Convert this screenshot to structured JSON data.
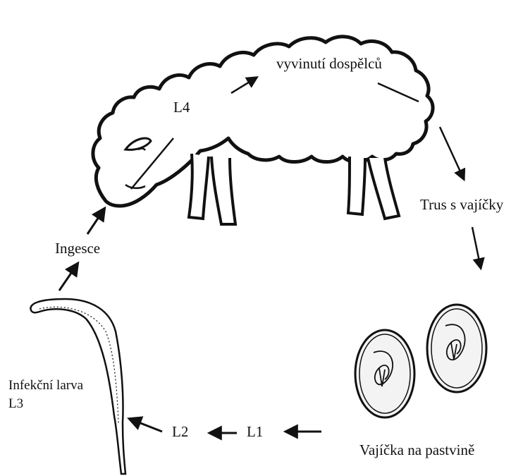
{
  "diagram": {
    "labels": {
      "l4": "L4",
      "adults": "vyvinutí dospělců",
      "feces": "Trus s vajíčky",
      "ingestion": "Ingesce",
      "eggs_on_pasture": "Vajíčka na pastvině",
      "l1": "L1",
      "l2": "L2",
      "infective_larva_line1": "Infekční larva",
      "infective_larva_line2": "L3"
    },
    "colors": {
      "ink": "#111111",
      "egg_fill": "#f3f3f3",
      "background": "#ffffff"
    }
  }
}
